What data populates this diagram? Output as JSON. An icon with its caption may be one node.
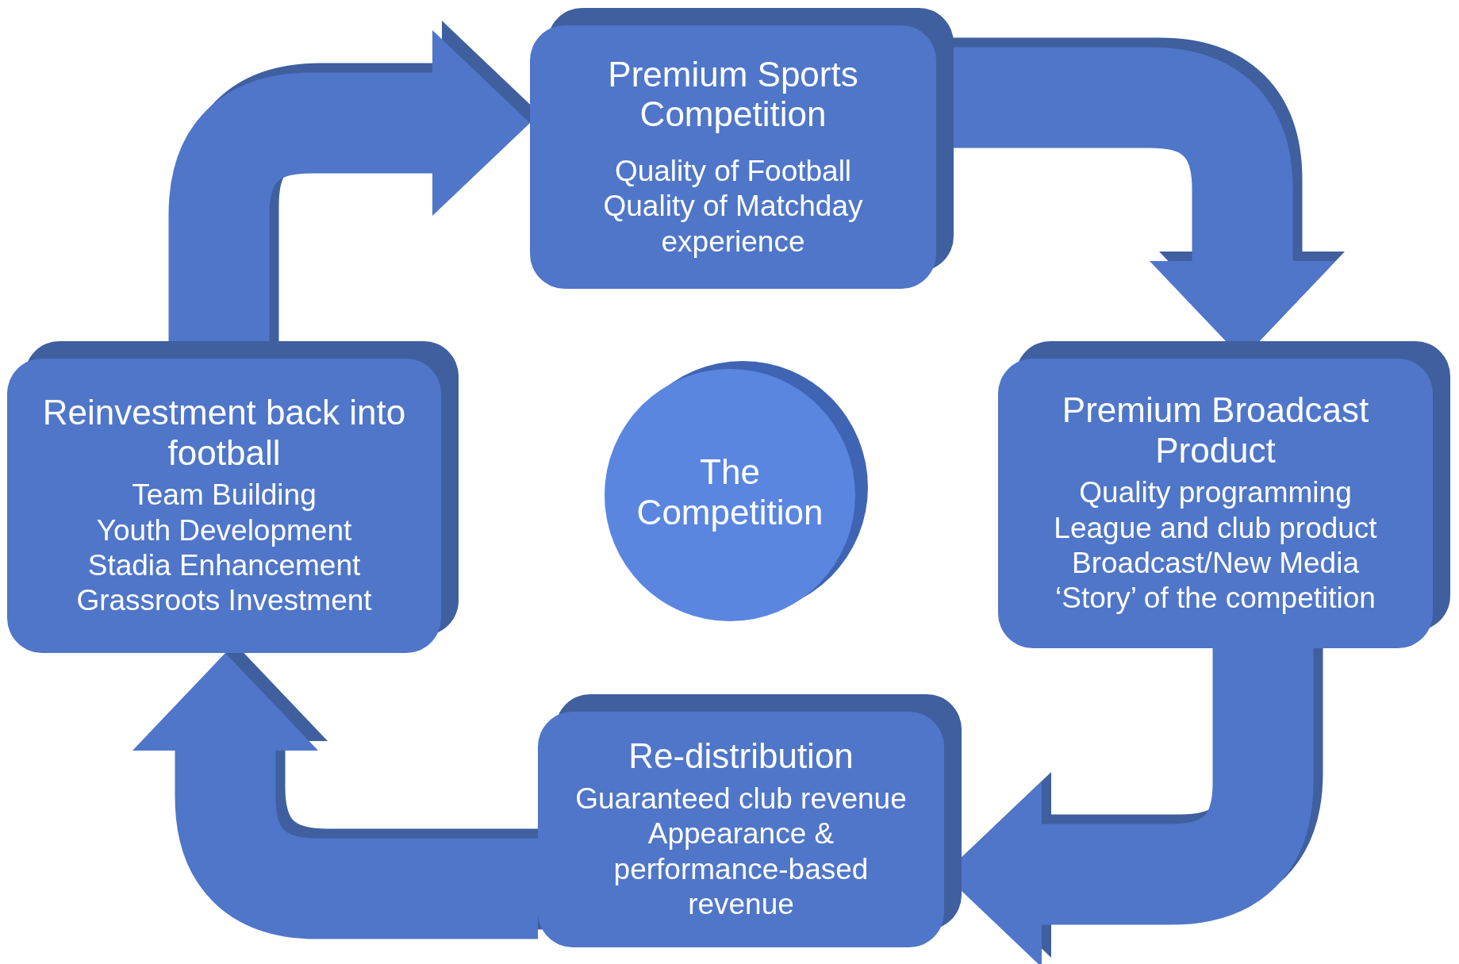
{
  "diagram": {
    "nodes": [
      {
        "text": [
          "Premium Sports Competition",
          "Quality of Football",
          "Quality of Matchday experience"
        ]
      },
      {
        "text": [
          "Premium Broadcast Product",
          "Quality programming",
          "League and club product",
          "Broadcast/New Media",
          "‘Story’ of the competition"
        ]
      },
      {
        "text": [
          "Re-distribution",
          "Guaranteed club revenue",
          "Appearance & performance-based revenue"
        ]
      },
      {
        "text": [
          "Reinvestment back into football",
          "Team Building",
          "Youth Development",
          "Stadia Enhancement",
          "Grassroots Investment"
        ]
      },
      {
        "text": [
          "The Competition"
        ]
      }
    ],
    "edges": [
      {
        "from": 0,
        "to": 1,
        "arrow": "to"
      },
      {
        "from": 1,
        "to": 2,
        "arrow": "to"
      },
      {
        "from": 2,
        "to": 3,
        "arrow": "to"
      },
      {
        "from": 3,
        "to": 0,
        "arrow": "to"
      }
    ]
  }
}
